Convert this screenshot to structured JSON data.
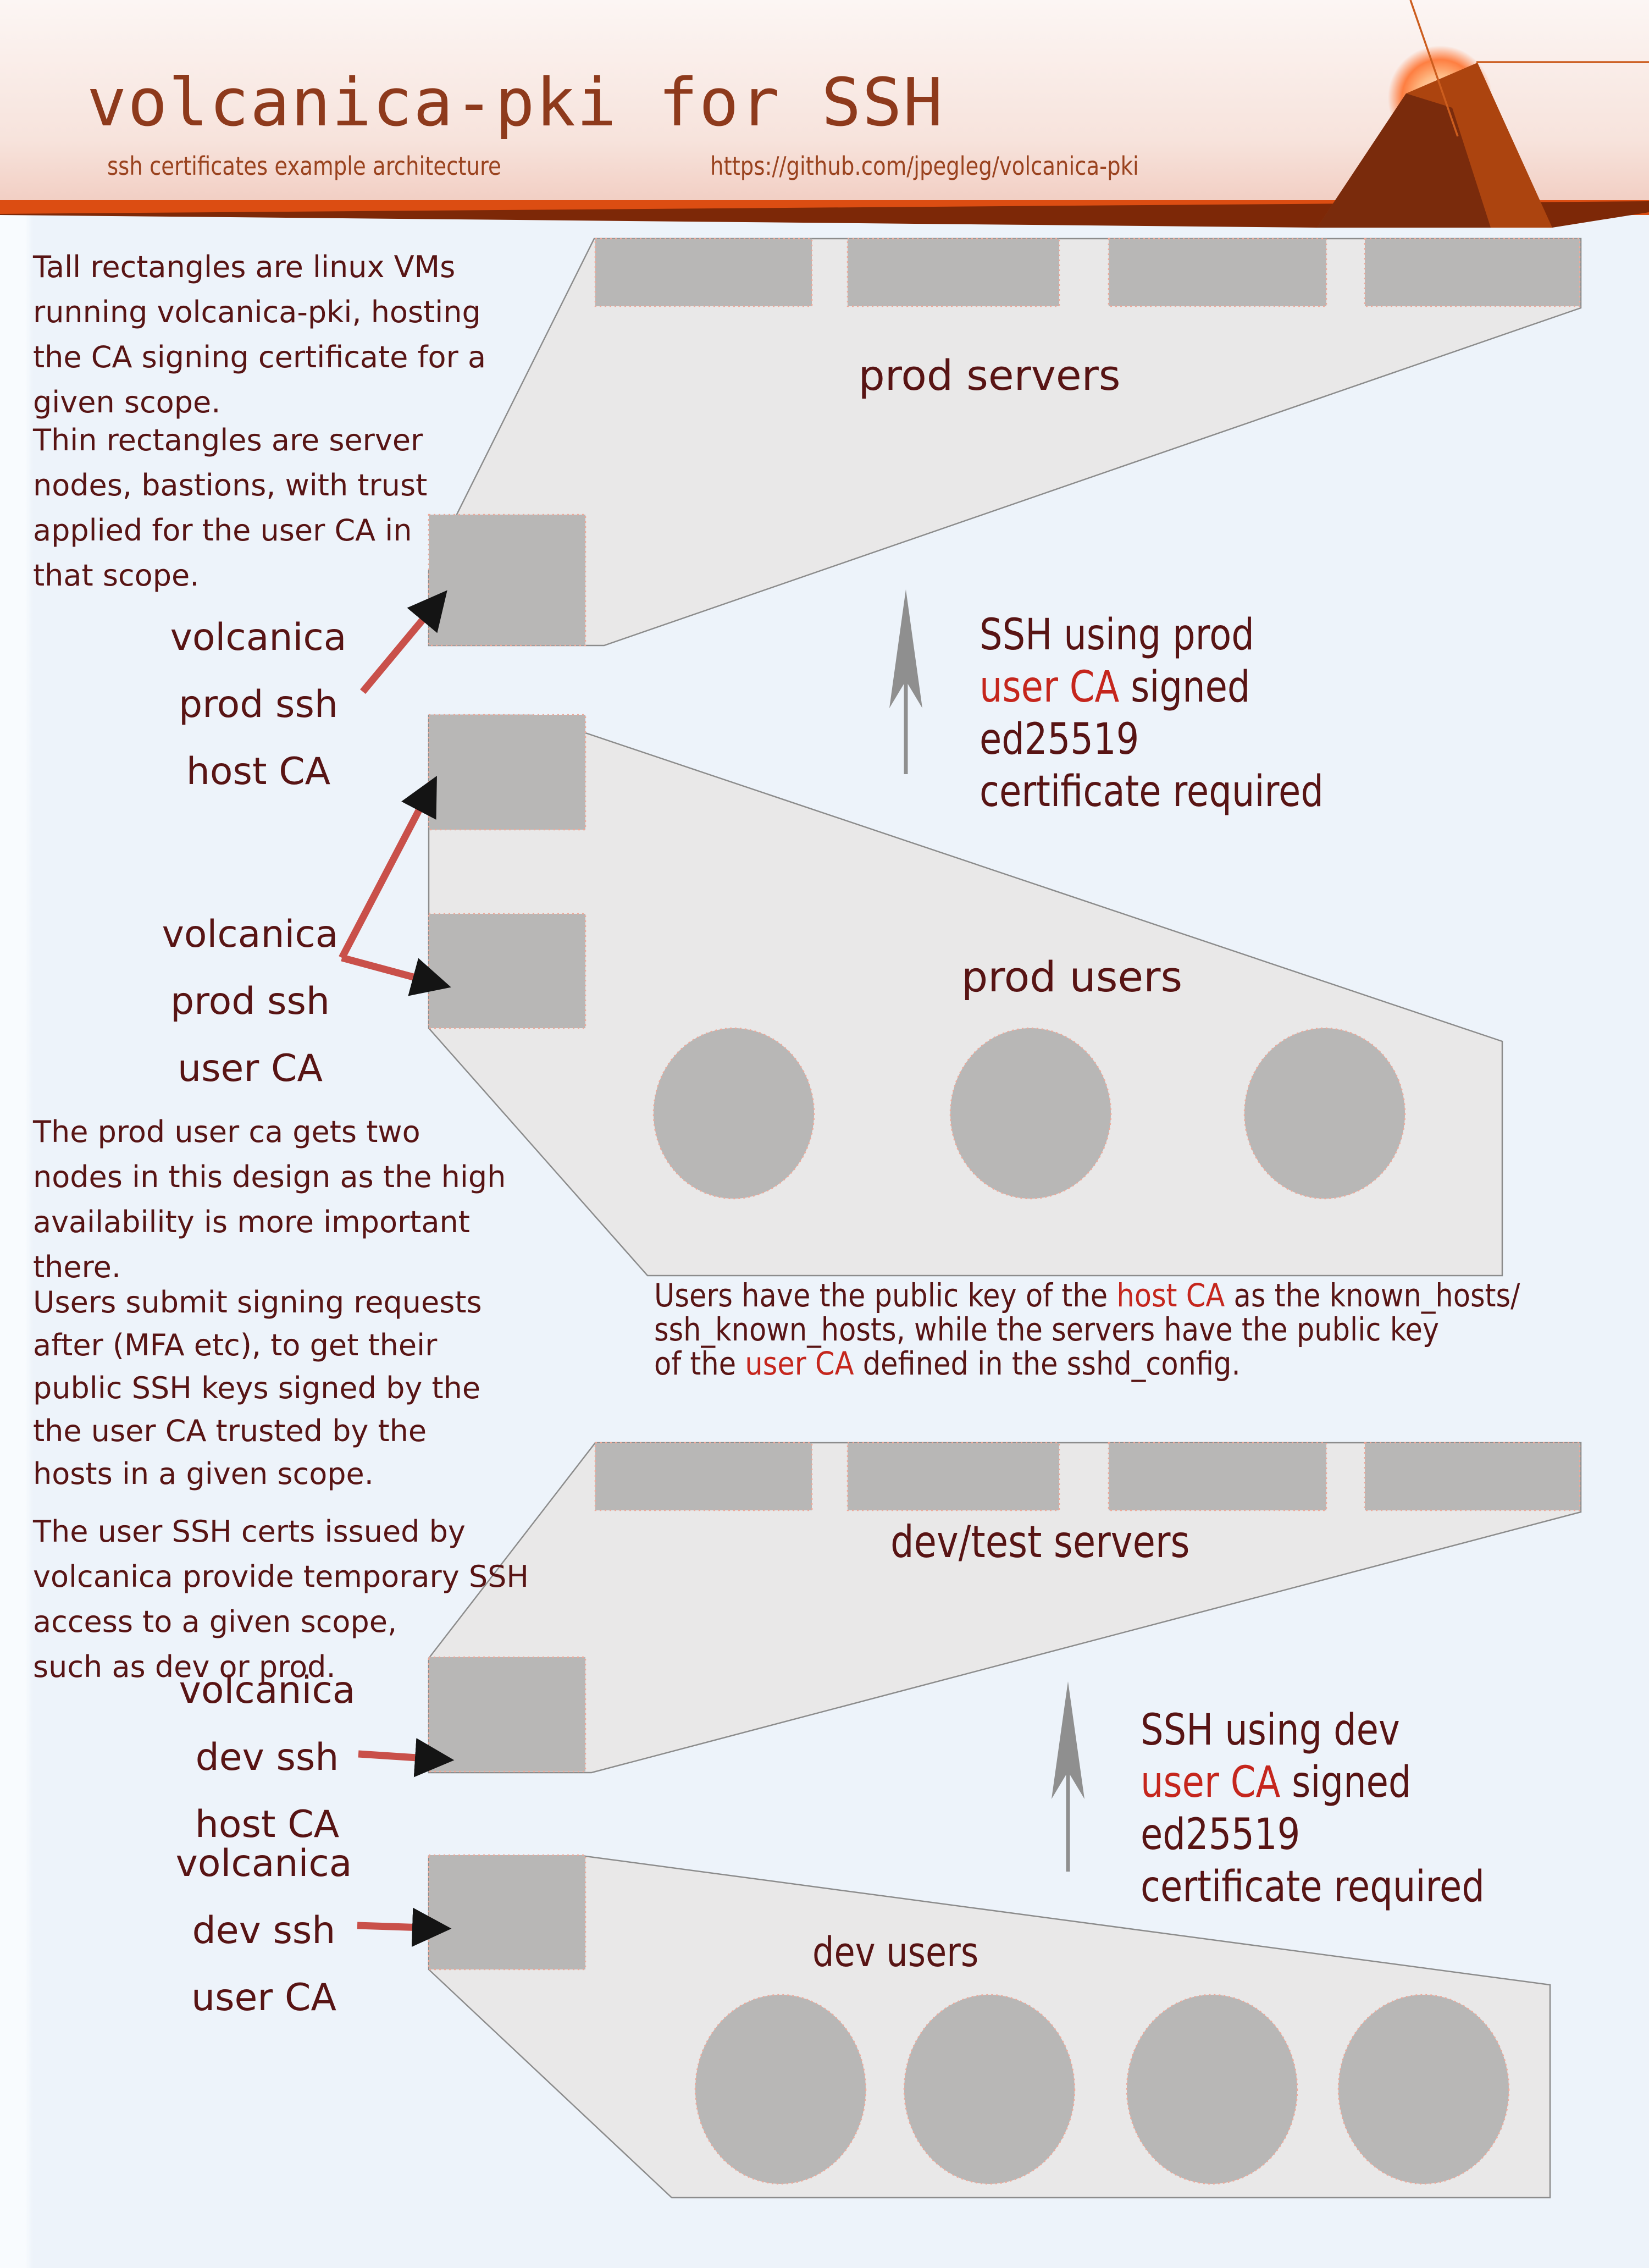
{
  "header": {
    "title": "volcanica-pki for SSH",
    "subtitle": "ssh certificates example architecture",
    "url": "https://github.com/jpegleg/volcanica-pki"
  },
  "notes": {
    "tall_rectangles": "Tall rectangles are linux VMs\nrunning volcanica-pki, hosting\nthe CA signing certificate for a\ngiven scope.",
    "thin_rectangles": "Thin rectangles are server\nnodes, bastions, with trust\napplied for the user CA in\nthat scope.",
    "prod_ha": "The prod user ca gets two\nnodes in this design as the high\navailability is more important\nthere.",
    "signing_requests": "Users submit signing requests\nafter (MFA etc), to get their\npublic SSH keys signed by the\nthe user CA trusted by the\nhosts in a given scope.",
    "user_certs": "The user SSH certs issued by\nvolcanica provide temporary SSH\naccess to a given scope,\nsuch as dev or prod."
  },
  "middle_note": {
    "l1a": "Users have the public key of the ",
    "l1b": "host CA",
    "l1c": " as the known_hosts/",
    "l2": "ssh_known_hosts, while the servers have the public key",
    "l3a": "of the ",
    "l3b": "user CA",
    "l3c": " defined in the sshd_config."
  },
  "groups": {
    "prod_servers": "prod servers",
    "prod_users": "prod users",
    "dev_servers": "dev/test servers",
    "dev_users": "dev users"
  },
  "ca_labels": {
    "prod_host": "volcanica\nprod ssh\nhost CA",
    "prod_user": "volcanica\nprod ssh\nuser CA",
    "dev_host": "volcanica\ndev ssh\nhost CA",
    "dev_user": "volcanica\ndev ssh\nuser CA"
  },
  "ssh_prod": {
    "l1": "SSH using prod",
    "l2_accent": "user CA",
    "l2_rest": " signed",
    "l3": "ed25519",
    "l4": "certificate required"
  },
  "ssh_dev": {
    "l1": "SSH using dev",
    "l2_accent": "user CA",
    "l2_rest": " signed",
    "l3": "ed25519",
    "l4": "certificate required"
  },
  "icons": {
    "volcano": "volcano-icon"
  },
  "colors": {
    "accent_red": "#c5261d",
    "text_maroon": "#581414",
    "title_brown": "#8e3a1c",
    "band_orange": "#dc4d12",
    "wedge_brown": "#7d2807",
    "volcano_dark": "#7a2b0c",
    "volcano_light": "#ac440f",
    "arrow_red": "#c9504a",
    "arrow_gray": "#8f8f8f",
    "shape_fill": "#e9e8e8",
    "shape_stroke": "#8c8c8c",
    "node_fill": "#b8b7b6",
    "node_dot_stroke": "#f0a898",
    "bg_blue": "#edf3fa"
  }
}
